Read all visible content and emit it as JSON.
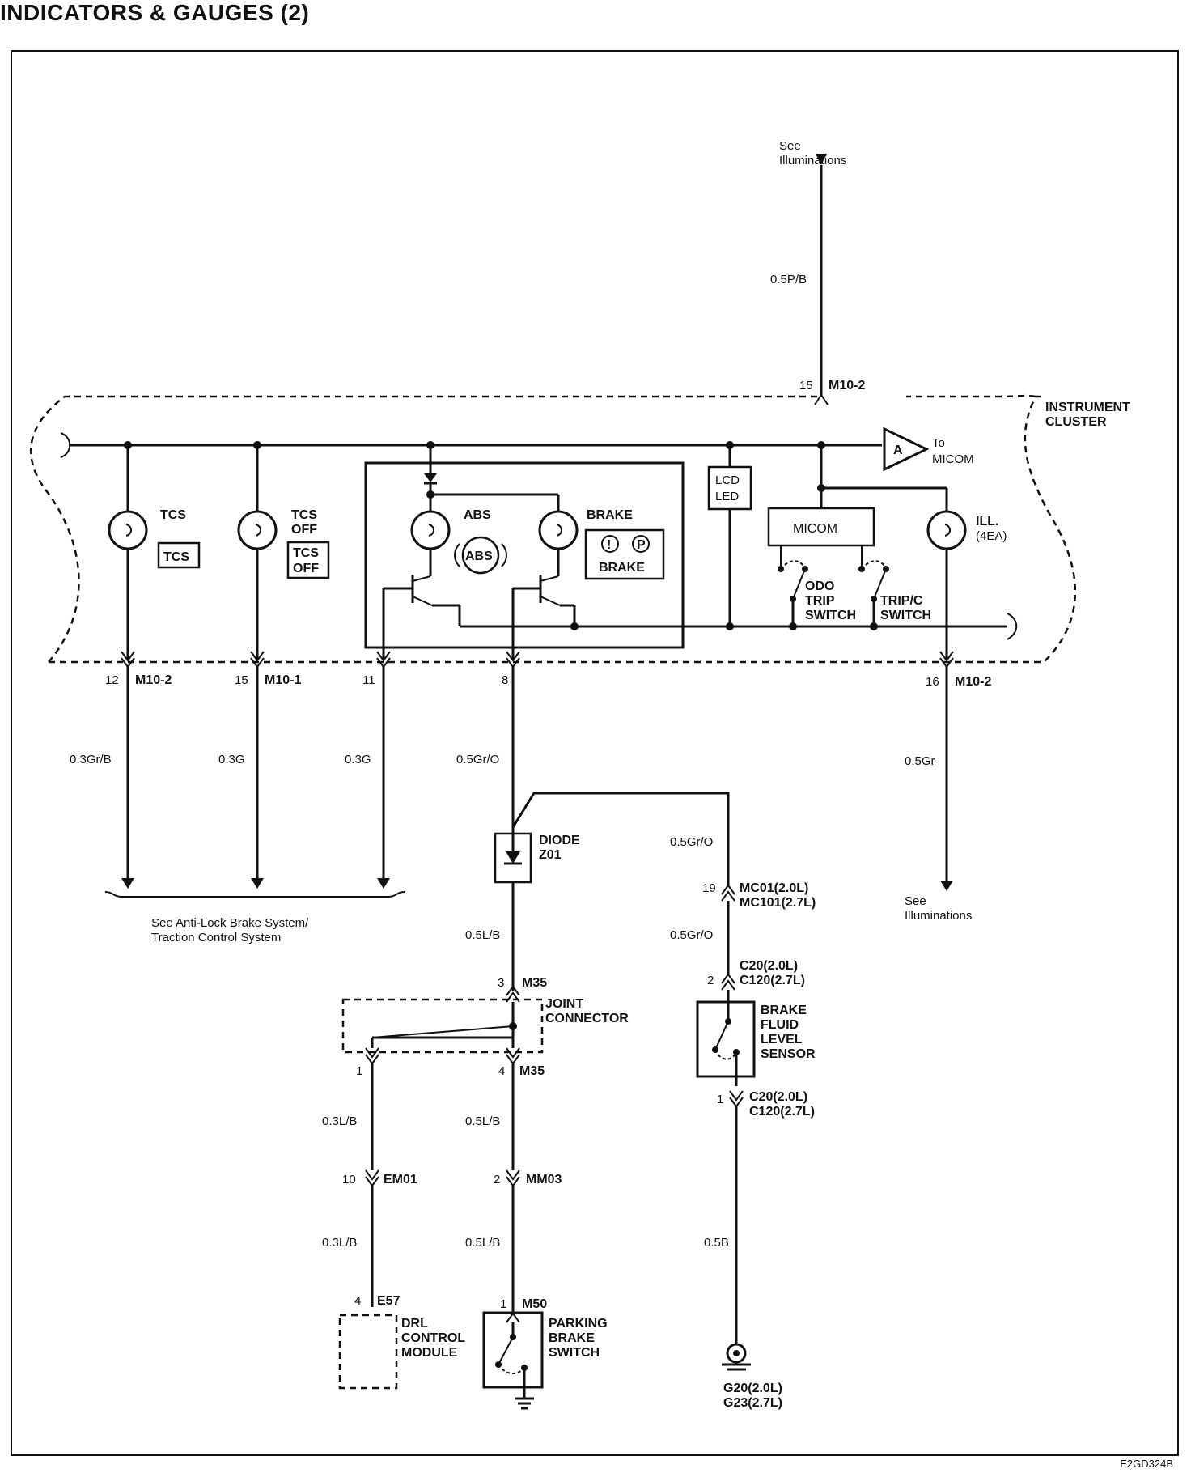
{
  "title": "INDICATORS & GAUGES (2)",
  "figure_code": "E2GD324B",
  "instrument_cluster": {
    "line1": "INSTRUMENT",
    "line2": "CLUSTER"
  },
  "top_ref": {
    "line1": "See",
    "line2": "Illuminations"
  },
  "top_wire": "0.5P/B",
  "top_conn": {
    "pin": "15",
    "name": "M10-2"
  },
  "to_micom": {
    "letter": "A",
    "line1": "To",
    "line2": "MICOM"
  },
  "lcd_led": {
    "line1": "LCD",
    "line2": "LED"
  },
  "micom": "MICOM",
  "bulbs": {
    "tcs": "TCS",
    "tcs_off": {
      "line1": "TCS",
      "line2": "OFF"
    },
    "abs": "ABS",
    "brake": "BRAKE",
    "ill": {
      "line1": "ILL.",
      "line2": "(4EA)"
    }
  },
  "icons": {
    "tcs": "TCS",
    "tcs_off": {
      "line1": "TCS",
      "line2": "OFF"
    },
    "abs": "ABS",
    "brake_excl": "!",
    "brake_p": "P",
    "brake_label": "BRAKE"
  },
  "switches": {
    "odo": {
      "line1": "ODO",
      "line2": "TRIP",
      "line3": "SWITCH"
    },
    "tripc": {
      "line1": "TRIP/C",
      "line2": "SWITCH"
    }
  },
  "bottom_conns": {
    "c1": {
      "pin": "12",
      "name": "M10-2"
    },
    "c2": {
      "pin": "15",
      "name": "M10-1"
    },
    "c3": {
      "pin": "11"
    },
    "c4": {
      "pin": "8"
    },
    "c5": {
      "pin": "16",
      "name": "M10-2"
    }
  },
  "wires": {
    "tcs": "0.3Gr/B",
    "tcsoff": "0.3G",
    "abs": "0.3G",
    "brake": "0.5Gr/O",
    "ill": "0.5Gr",
    "diode_to_m35": "0.5L/B",
    "fluid_top": "0.5Gr/O",
    "fluid_mid": "0.5Gr/O",
    "drl1": "0.3L/B",
    "drl2": "0.3L/B",
    "pk1": "0.5L/B",
    "pk2": "0.5L/B",
    "ground": "0.5B"
  },
  "abs_ref": {
    "line1": "See Anti-Lock Brake System/",
    "line2": "Traction Control System"
  },
  "ill_ref": {
    "line1": "See",
    "line2": "Illuminations"
  },
  "diode": {
    "line1": "DIODE",
    "line2": "Z01"
  },
  "mc01": {
    "pin": "19",
    "line1": "MC01(2.0L)",
    "line2": "MC101(2.7L)"
  },
  "c20_top": {
    "pin": "2",
    "line1": "C20(2.0L)",
    "line2": "C120(2.7L)"
  },
  "c20_bot": {
    "pin": "1",
    "line1": "C20(2.0L)",
    "line2": "C120(2.7L)"
  },
  "fluid_sensor": {
    "line1": "BRAKE",
    "line2": "FLUID",
    "line3": "LEVEL",
    "line4": "SENSOR"
  },
  "m35_top": {
    "pin": "3",
    "name": "M35"
  },
  "joint": {
    "line1": "JOINT",
    "line2": "CONNECTOR"
  },
  "m35_left": {
    "pin": "1"
  },
  "m35_right": {
    "pin": "4",
    "name": "M35"
  },
  "em01": {
    "pin": "10",
    "name": "EM01"
  },
  "mm03": {
    "pin": "2",
    "name": "MM03"
  },
  "e57": {
    "pin": "4",
    "name": "E57"
  },
  "m50": {
    "pin": "1",
    "name": "M50"
  },
  "drl": {
    "line1": "DRL",
    "line2": "CONTROL",
    "line3": "MODULE"
  },
  "parking": {
    "line1": "PARKING",
    "line2": "BRAKE",
    "line3": "SWITCH"
  },
  "ground_ref": {
    "line1": "G20(2.0L)",
    "line2": "G23(2.7L)"
  }
}
